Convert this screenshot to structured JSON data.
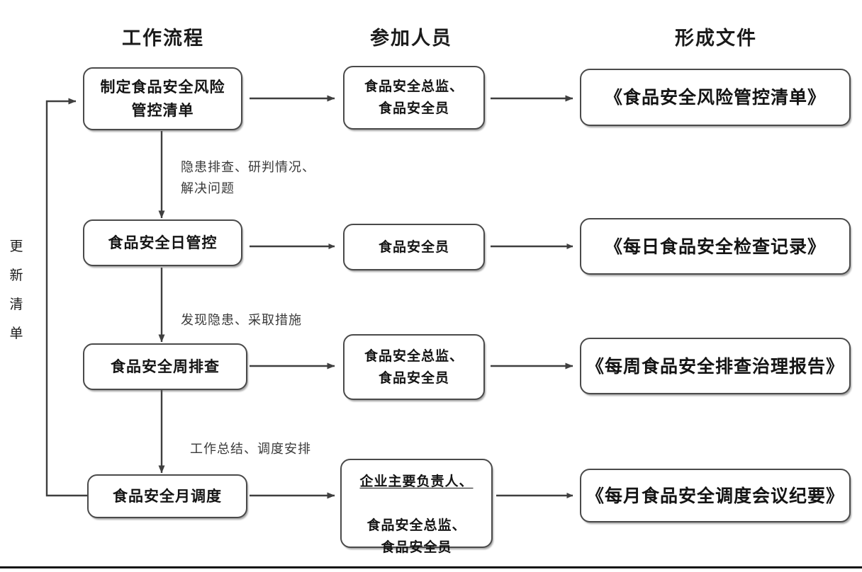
{
  "page": {
    "title": "食品安全风险管控流程图",
    "line_color": "#3f3f3f",
    "text_color": "#141414",
    "label_color": "#3a3a3a"
  },
  "headers": [
    {
      "label": "工作流程"
    },
    {
      "label": "参加人员"
    },
    {
      "label": "形成文件"
    }
  ],
  "side_caption": {
    "label": "更新清单",
    "chars": [
      "更",
      "新",
      "清",
      "单"
    ]
  },
  "rows": [
    {
      "process": "制定食品安全风险\n管控清单",
      "people": "食品安全总监、\n食品安全员",
      "people_first_underlined": false,
      "document": "《食品安全风险管控清单》"
    },
    {
      "process": "食品安全日管控",
      "people": "食品安全员",
      "people_first_underlined": false,
      "document": "《每日食品安全检查记录》"
    },
    {
      "process": "食品安全周排查",
      "people": "食品安全总监、\n食品安全员",
      "people_first_underlined": false,
      "document": "《每周食品安全排查治理报告》"
    },
    {
      "process": "食品安全月调度",
      "people_underlined": "企业主要负责人、",
      "people": "食品安全总监、\n食品安全员",
      "people_first_underlined": true,
      "document": "《每月食品安全调度会议纪要》"
    }
  ],
  "edge_labels": [
    {
      "text": "隐患排查、研判情况、\n解决问题"
    },
    {
      "text": "发现隐患、采取措施"
    },
    {
      "text": "工作总结、调度安排"
    }
  ]
}
